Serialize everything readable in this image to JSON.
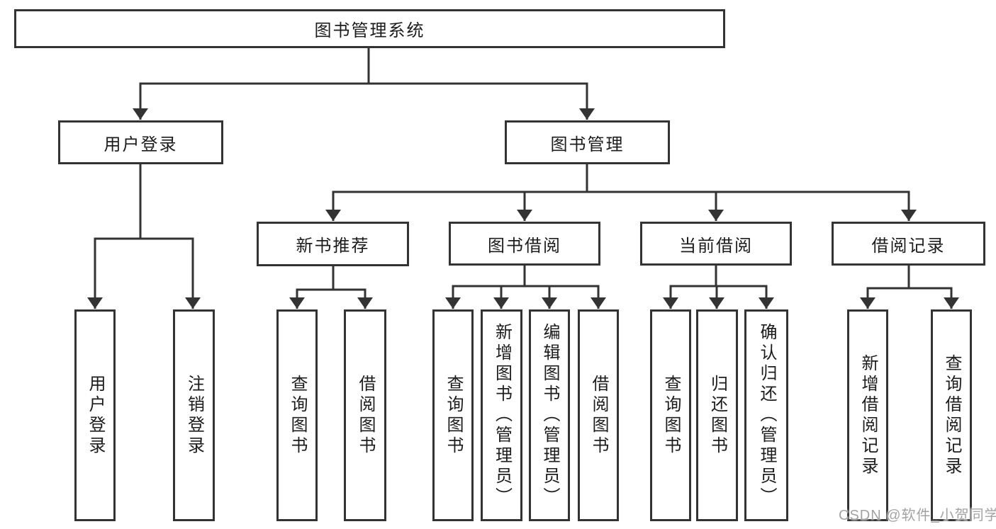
{
  "diagram_type": "hierarchy-tree",
  "colors": {
    "line": "#333333",
    "box_border": "#333333",
    "box_fill": "#ffffff",
    "text": "#1c1c1c",
    "watermark_text": "#a3a3a3",
    "background": "#ffffff"
  },
  "tree": {
    "label": "图书管理系统",
    "children": [
      {
        "label": "用户登录",
        "children": [
          {
            "label": "用户登录"
          },
          {
            "label": "注销登录"
          }
        ]
      },
      {
        "label": "图书管理",
        "children": [
          {
            "label": "新书推荐",
            "children": [
              {
                "label": "查询图书"
              },
              {
                "label": "借阅图书"
              }
            ]
          },
          {
            "label": "图书借阅",
            "children": [
              {
                "label": "查询图书"
              },
              {
                "label": "新增图书（管理员）"
              },
              {
                "label": "编辑图书（管理员）"
              },
              {
                "label": "借阅图书"
              }
            ]
          },
          {
            "label": "当前借阅",
            "children": [
              {
                "label": "查询图书"
              },
              {
                "label": "归还图书"
              },
              {
                "label": "确认归还（管理员）"
              }
            ]
          },
          {
            "label": "借阅记录",
            "children": [
              {
                "label": "新增借阅记录"
              },
              {
                "label": "查询借阅记录"
              }
            ]
          }
        ]
      }
    ]
  },
  "watermark": {
    "text": "CSDN @软件_小贺同学"
  }
}
